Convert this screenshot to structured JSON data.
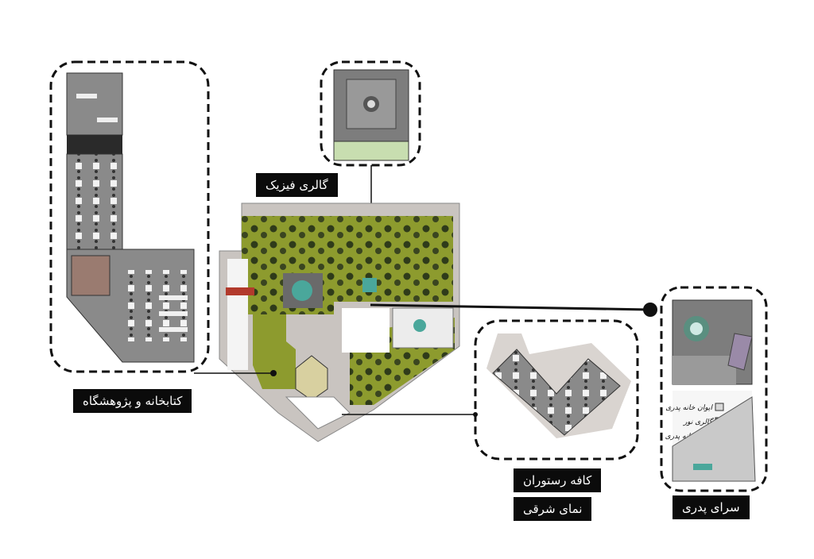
{
  "labels": {
    "physics_gallery": "گالری فیزیک",
    "library": "کتابخانه و پژوهشگاه",
    "cafe_restaurant": "کافه رستوران",
    "east_facade": "نمای شرقی",
    "father_house": "سرای پدری"
  },
  "legend": {
    "items": [
      {
        "text": "ایوان خانه پدری",
        "swatch": "light-gray"
      },
      {
        "text": "گالری نور",
        "swatch": "mid-gray"
      },
      {
        "text": "حیاط خانه پدری",
        "swatch": "dark-gray"
      }
    ]
  },
  "colors": {
    "green_space": "#8d9b2e",
    "paving": "#c9c4c0",
    "building_gray": "#7a7a7a",
    "tree_dark": "#2f3b1a",
    "water_teal": "#4aa79b",
    "accent_red": "#b23a2c"
  }
}
